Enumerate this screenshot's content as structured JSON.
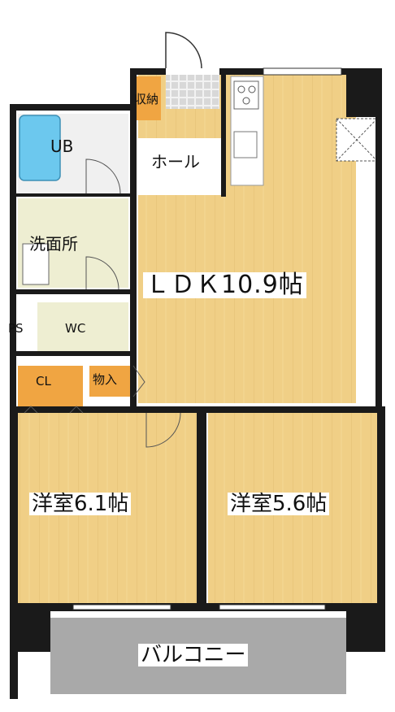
{
  "colors": {
    "wall": "#1a1a1a",
    "floor_wood": "#f0cf86",
    "floor_wood_dark": "#e8c070",
    "floor_orange": "#f0a542",
    "floor_tile": "#eeeed2",
    "floor_wet": "#e9e9e9",
    "bath": "#6cc8ee",
    "balcony": "#a9a9a9"
  },
  "rooms": {
    "storage_top": "収納",
    "hall": "ホール",
    "bath": "UB",
    "washroom": "洗面所",
    "ldk": "ＬＤＫ10.9帖",
    "ps": "PS",
    "wc": "WC",
    "closet": "CL",
    "storage": "物入",
    "western_1": "洋室6.1帖",
    "western_2": "洋室5.6帖",
    "balcony": "バルコニー"
  }
}
